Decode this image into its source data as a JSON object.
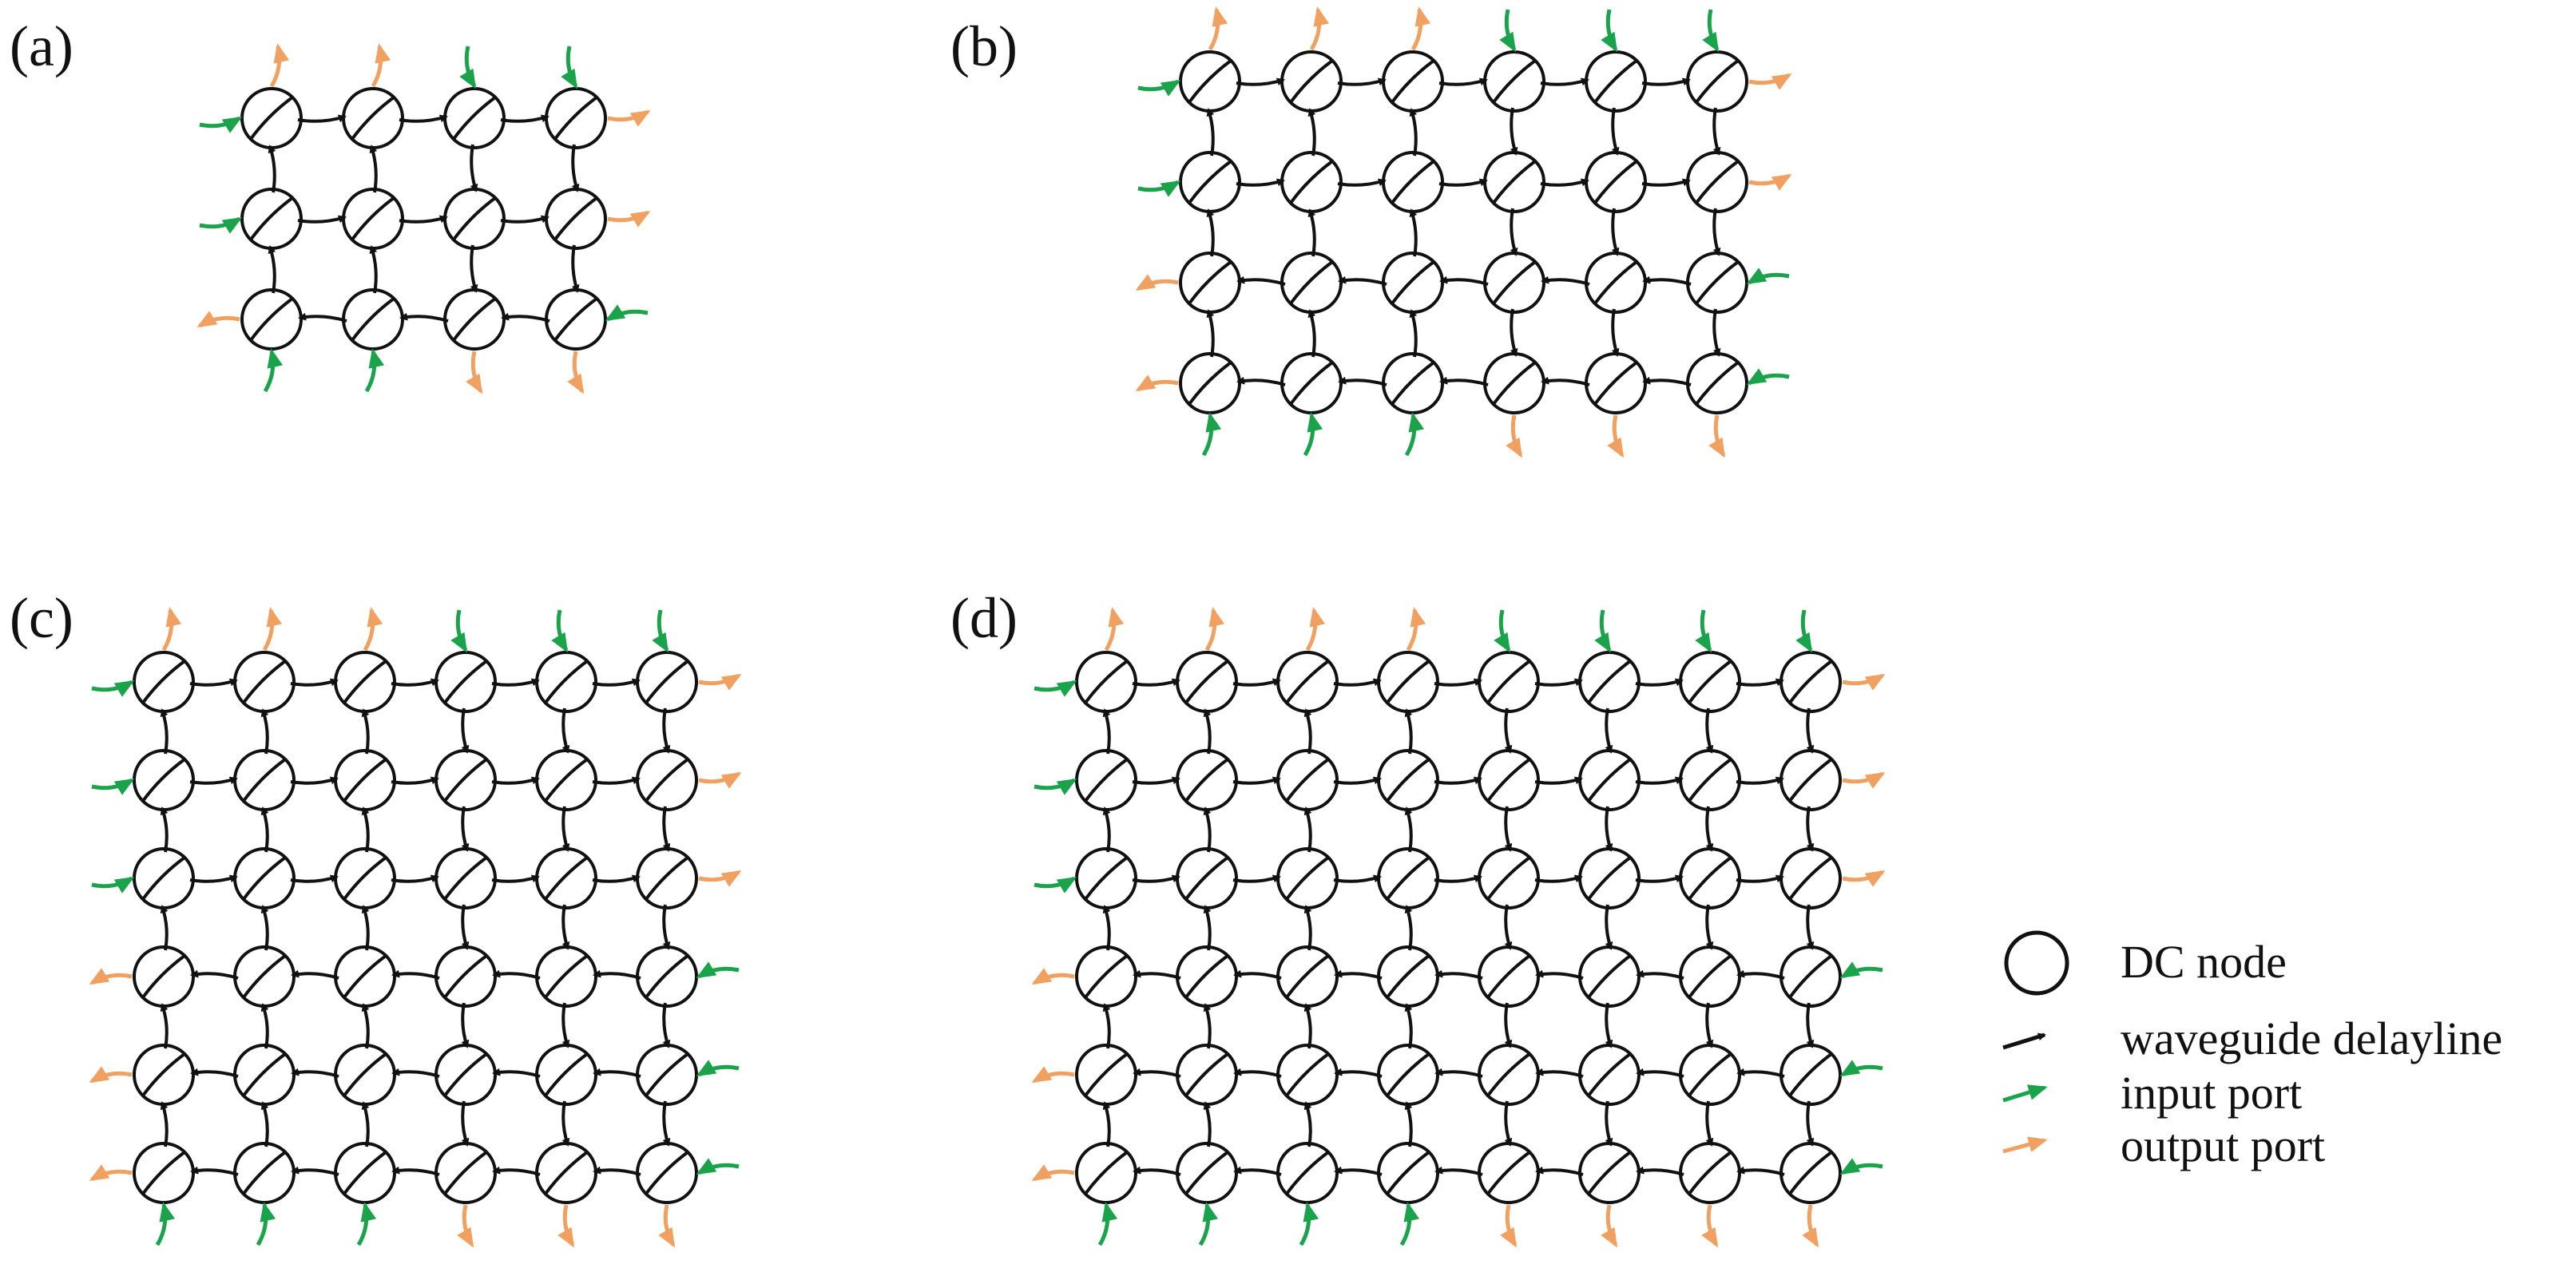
{
  "colors": {
    "node": "#111111",
    "delayline": "#111111",
    "input": "#1aa34a",
    "output": "#f0a060"
  },
  "panels": [
    {
      "label": "(a)",
      "rows": 3,
      "cols": 4
    },
    {
      "label": "(b)",
      "rows": 4,
      "cols": 6
    },
    {
      "label": "(c)",
      "rows": 6,
      "cols": 6
    },
    {
      "label": "(d)",
      "rows": 6,
      "cols": 8
    }
  ],
  "legend": {
    "node": "DC node",
    "delayline": "waveguide delayline",
    "input": "input port",
    "output": "output port"
  }
}
